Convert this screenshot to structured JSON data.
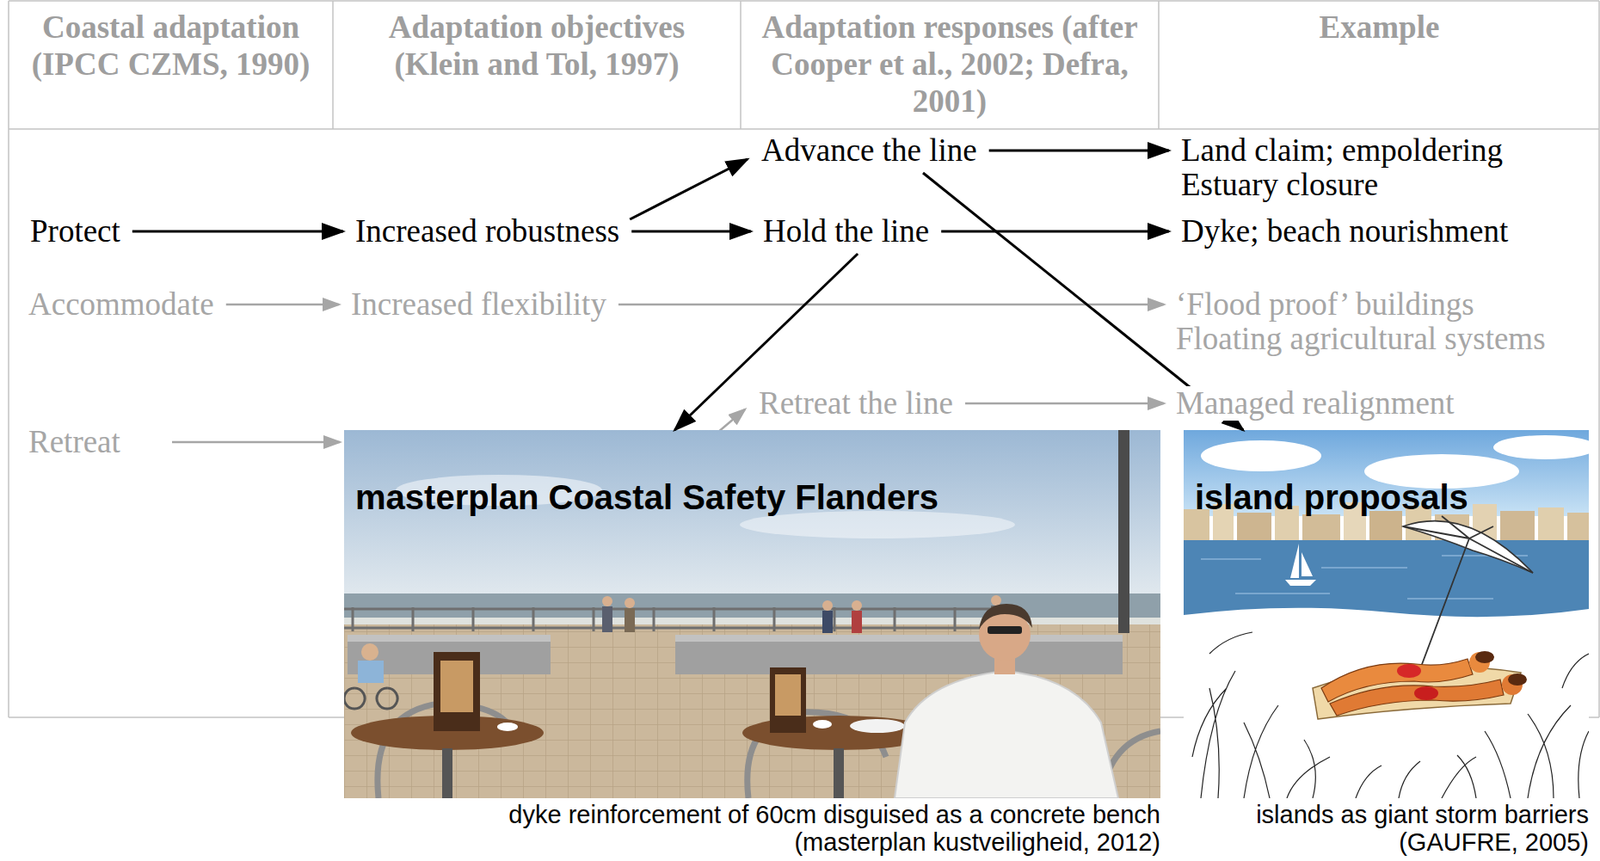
{
  "diagram": {
    "nodes": [
      {
        "text": [
          "Protect"
        ]
      },
      {
        "text": [
          "Increased robustness"
        ]
      },
      {
        "text": [
          "Advance the line"
        ]
      },
      {
        "text": [
          "Land claim; empoldering",
          "Estuary closure"
        ]
      },
      {
        "text": [
          "Hold the line"
        ]
      },
      {
        "text": [
          "Dyke; beach nourishment"
        ]
      },
      {
        "text": [
          "Accommodate"
        ]
      },
      {
        "text": [
          "Increased flexibility"
        ]
      },
      {
        "text": [
          "‘Flood proof’ buildings",
          "Floating agricultural systems"
        ]
      },
      {
        "text": [
          "Retreat"
        ]
      },
      {
        "text": [
          "Retreat the line"
        ]
      },
      {
        "text": [
          "Managed realignment"
        ]
      },
      {
        "text": [
          "masterplan Coastal Safety Flanders",
          "dyke reinforcement of 60cm disguised as a concrete bench",
          "(masterplan kustveiligheid, 2012)"
        ]
      },
      {
        "text": [
          "island proposals",
          "islands as giant storm barriers",
          "(GAUFRE, 2005)"
        ]
      }
    ],
    "edges": [
      {
        "from": 0,
        "to": 1,
        "arrow": "to"
      },
      {
        "from": 1,
        "to": 2,
        "arrow": "to"
      },
      {
        "from": 1,
        "to": 4,
        "arrow": "to"
      },
      {
        "from": 2,
        "to": 3,
        "arrow": "to"
      },
      {
        "from": 4,
        "to": 5,
        "arrow": "to"
      },
      {
        "from": 6,
        "to": 7,
        "arrow": "to"
      },
      {
        "from": 7,
        "to": 8,
        "arrow": "to"
      },
      {
        "from": 10,
        "to": 11,
        "arrow": "to"
      },
      {
        "from": 4,
        "to": 12,
        "arrow": "to"
      },
      {
        "from": 2,
        "to": 13,
        "arrow": "to"
      }
    ],
    "labels": [
      "Coastal adaptation (IPCC CZMS, 1990)",
      "Adaptation objectives (Klein and Tol, 1997)",
      "Adaptation responses (after Cooper et al., 2002; Defra, 2001)",
      "Example"
    ]
  }
}
